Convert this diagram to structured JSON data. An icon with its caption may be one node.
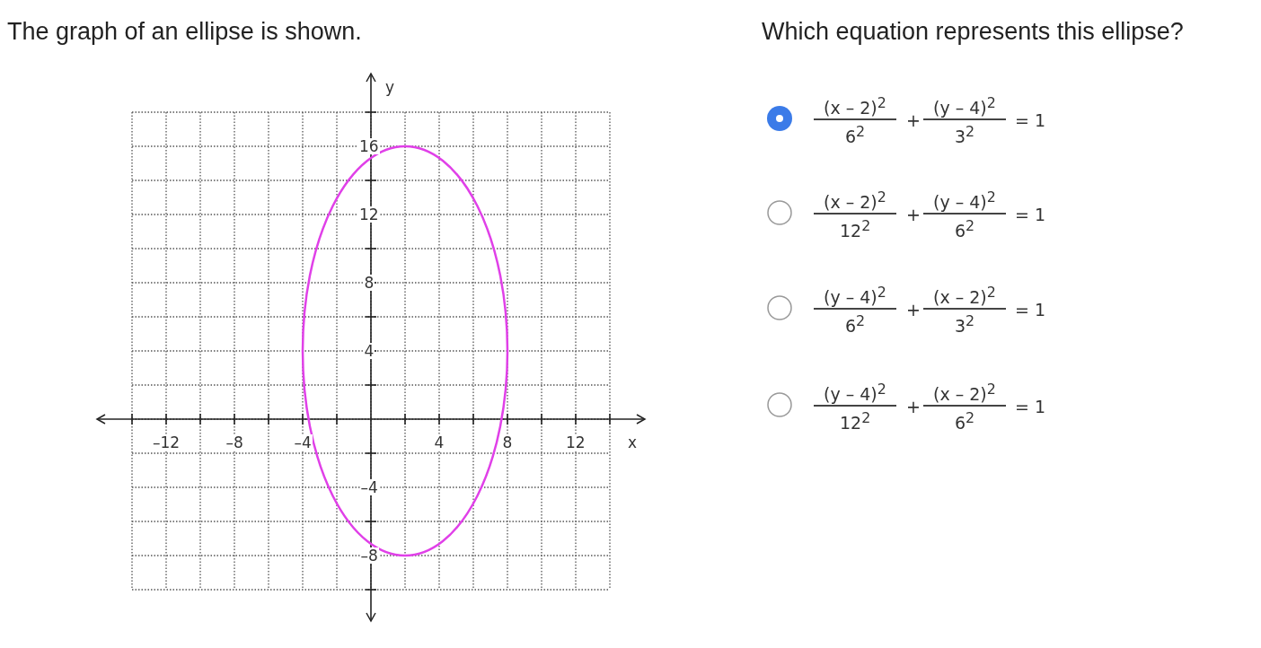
{
  "diagram": {
    "labels": [
      "The graph of an ellipse is shown.",
      "Which equation represents this ellipse?",
      "y",
      "16",
      "12",
      "8",
      "4",
      "–12",
      "–8",
      "–4",
      "4",
      "8",
      "12",
      "x",
      "–4",
      "–8",
      "(x – 2)$^{2}$",
      "6$^{2}$",
      "+",
      "(y – 4)$^{2}$",
      "3$^{2}$",
      "= 1",
      "(x – 2)$^{2}$",
      "12$^{2}$",
      "+",
      "(y – 4)$^{2}$",
      "6$^{2}$",
      "= 1",
      "(y – 4)$^{2}$",
      "6$^{2}$",
      "+",
      "(x – 2)$^{2}$",
      "3$^{2}$",
      "= 1",
      "(y – 4)$^{2}$",
      "12$^{2}$",
      "+",
      "(x – 2)$^{2}$",
      "6$^{2}$",
      "= 1"
    ]
  }
}
